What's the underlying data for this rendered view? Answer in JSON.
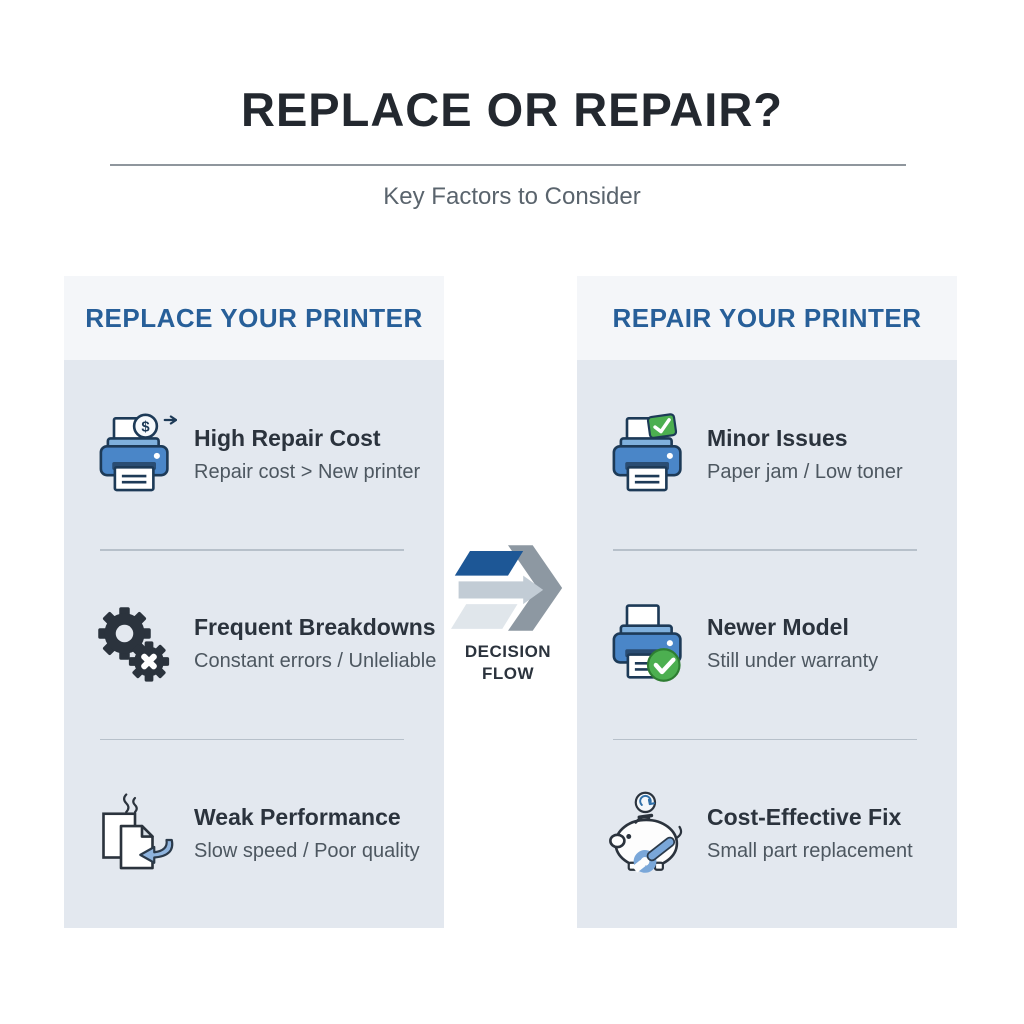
{
  "title": "REPLACE OR REPAIR?",
  "subtitle": "Key Factors to Consider",
  "decision_flow": {
    "icon": "decision-flow-arrow-icon",
    "label_line1": "DECISION",
    "label_line2": "FLOW"
  },
  "columns": [
    {
      "id": "replace",
      "header": "REPLACE YOUR PRINTER",
      "items": [
        {
          "icon": "printer-dollar-icon",
          "title": "High Repair Cost",
          "subtitle": "Repair cost > New printer"
        },
        {
          "icon": "gears-error-icon",
          "title": "Frequent Breakdowns",
          "subtitle": "Constant errors / Unleliable"
        },
        {
          "icon": "documents-performance-icon",
          "title": "Weak Performance",
          "subtitle": "Slow speed / Poor quality"
        }
      ]
    },
    {
      "id": "repair",
      "header": "REPAIR YOUR PRINTER",
      "items": [
        {
          "icon": "printer-check-icon",
          "title": "Minor Issues",
          "subtitle": "Paper jam / Low toner"
        },
        {
          "icon": "printer-warranty-icon",
          "title": "Newer Model",
          "subtitle": "Still under warranty"
        },
        {
          "icon": "piggy-bank-wrench-icon",
          "title": "Cost-Effective Fix",
          "subtitle": "Small part replacement"
        }
      ]
    }
  ],
  "colors": {
    "accent_blue": "#275f99",
    "title_dark": "#23282f",
    "subtitle_gray": "#5a646d",
    "panel_header_bg": "#f4f6f9",
    "panel_body_bg": "#e3e8ef",
    "printer_blue": "#4a86c8",
    "check_green": "#4caf50",
    "arrow_dark_blue": "#1d5796",
    "arrow_gray": "#8d98a2"
  }
}
